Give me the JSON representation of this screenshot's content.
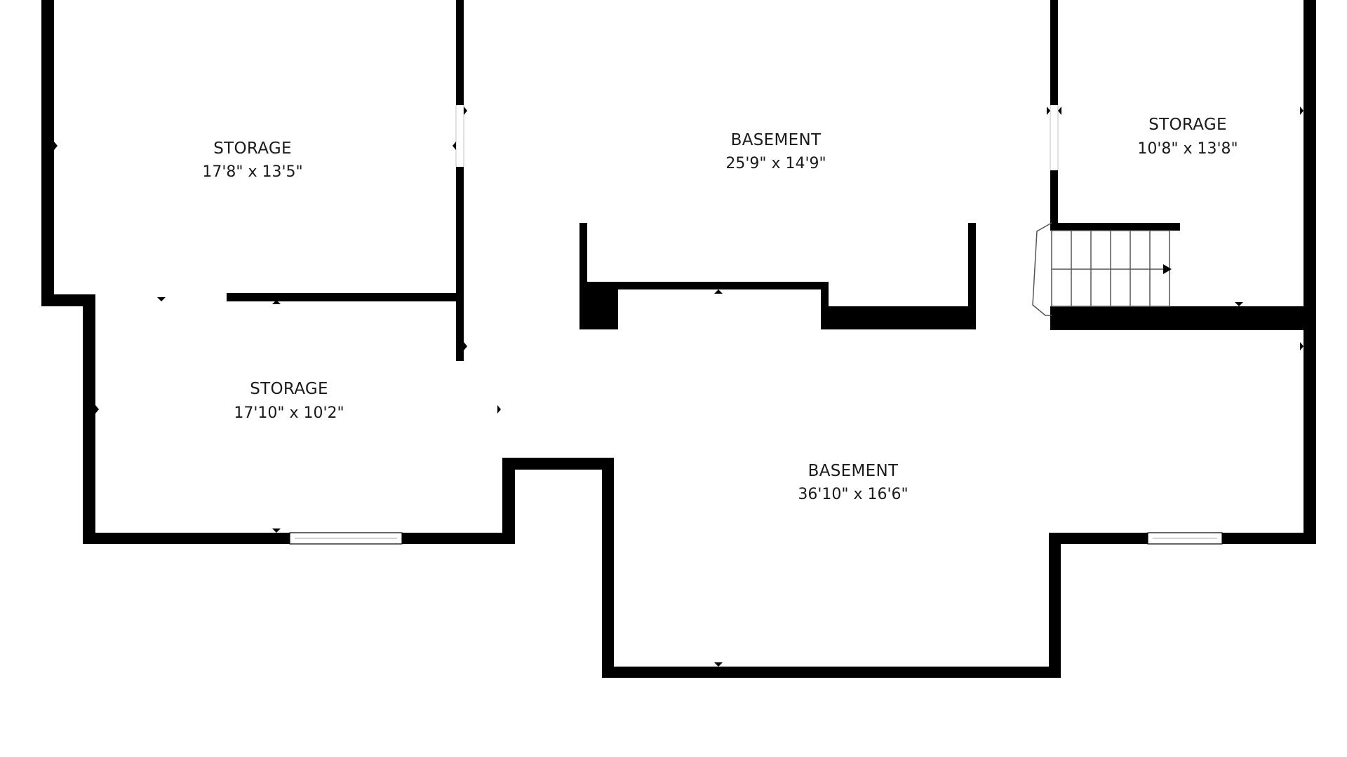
{
  "colors": {
    "wall": "#000000",
    "background": "#ffffff",
    "text": "#1a1a1a",
    "window": "#d9d9d9"
  },
  "rooms": [
    {
      "name": "STORAGE",
      "dimensions": "17'8\" x 13'5\""
    },
    {
      "name": "BASEMENT",
      "dimensions": "25'9\" x 14'9\""
    },
    {
      "name": "STORAGE",
      "dimensions": "10'8\" x 13'8\""
    },
    {
      "name": "STORAGE",
      "dimensions": "17'10\" x 10'2\""
    },
    {
      "name": "BASEMENT",
      "dimensions": "36'10\" x 16'6\""
    }
  ]
}
